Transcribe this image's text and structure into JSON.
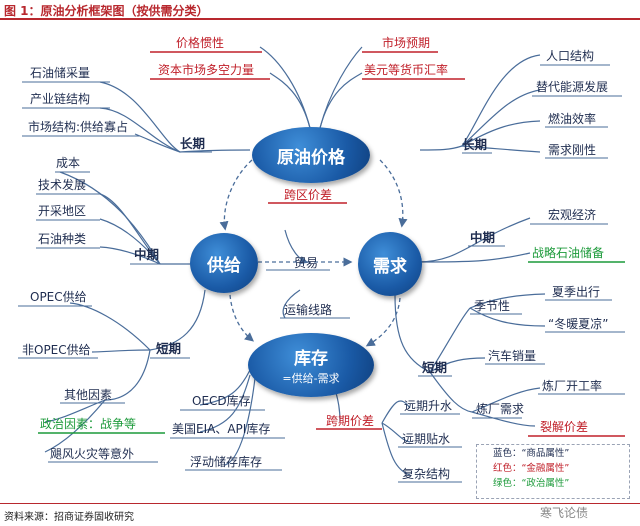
{
  "header": {
    "title": "图 1：原油分析框架图（按供需分类）"
  },
  "hubs": {
    "price": "原油价格",
    "supply": "供给",
    "demand": "需求",
    "inventory": "库存",
    "inventory_sub": "=供给-需求"
  },
  "price_branch": {
    "red_items": [
      "价格惯性",
      "资本市场多空力量",
      "市场预期",
      "美元等货币汇率"
    ],
    "cross_region": "跨区价差",
    "trade": "贸易",
    "transport": "运输线路"
  },
  "supply_branch": {
    "long_label": "长期",
    "long_items": [
      "石油储采量",
      "产业链结构",
      "市场结构:供给寡占"
    ],
    "mid_label": "中期",
    "mid_cost": "成本",
    "mid_items": [
      "技术发展",
      "开采地区",
      "石油种类"
    ],
    "short_label": "短期",
    "short_items": [
      "OPEC供给",
      "非OPEC供给"
    ],
    "other": "其他因素",
    "political": "政治因素：战争等",
    "disaster": "飓风火灾等意外"
  },
  "demand_branch": {
    "long_label": "长期",
    "long_items": [
      "人口结构",
      "替代能源发展",
      "燃油效率",
      "需求刚性"
    ],
    "mid_label": "中期",
    "macro": "宏观经济",
    "reserve": "战略石油储备",
    "short_label": "短期",
    "seasonal": "季节性",
    "seasonal_items": [
      "夏季出行",
      "“冬暖夏凉”"
    ],
    "auto_sales": "汽车销量",
    "refinery": "炼厂需求",
    "refinery_items": [
      "炼厂开工率",
      "裂解价差"
    ]
  },
  "inventory_branch": {
    "items": [
      "OECD库存",
      "美国EIA、API库存",
      "浮动储存库存"
    ],
    "calendar_spread": "跨期价差",
    "spread_items": [
      "远期升水",
      "远期贴水",
      "复杂结构"
    ]
  },
  "legend": {
    "blue": "蓝色：“商品属性”",
    "red": "红色：“金融属性”",
    "green": "绿色：“政治属性”"
  },
  "footer": {
    "source": "资料来源：招商证券固收研究",
    "watermark": "寒飞论债"
  },
  "colors": {
    "hub": "#1a5aa6",
    "financial": "#c0202a",
    "political": "#1c9a3a",
    "commodity": "#1f2d50"
  }
}
